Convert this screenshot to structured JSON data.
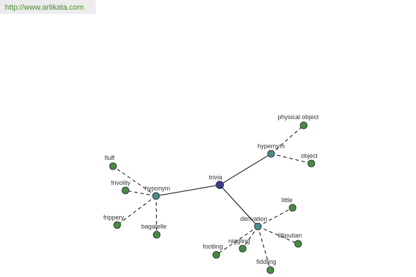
{
  "header": {
    "url": "http://www.artikata.com"
  },
  "colors": {
    "center": "#3a3c8a",
    "relation": "#4a8c8e",
    "leaf": "#4a8a44"
  },
  "graph": {
    "center": {
      "id": "trivia",
      "label": "trivia"
    },
    "relations": [
      {
        "id": "hyponym",
        "label": "hyponym"
      },
      {
        "id": "hypernym",
        "label": "hypernym"
      },
      {
        "id": "derivation",
        "label": "derivation"
      }
    ],
    "leaves": [
      {
        "id": "fluff",
        "label": "fluff",
        "parent": "hyponym"
      },
      {
        "id": "frivolity",
        "label": "frivolity",
        "parent": "hyponym"
      },
      {
        "id": "frippery",
        "label": "frippery",
        "parent": "hyponym"
      },
      {
        "id": "bagatelle",
        "label": "bagatelle",
        "parent": "hyponym"
      },
      {
        "id": "physical-object",
        "label": "physical object",
        "parent": "hypernym"
      },
      {
        "id": "object",
        "label": "object",
        "parent": "hypernym"
      },
      {
        "id": "little",
        "label": "little",
        "parent": "derivation"
      },
      {
        "id": "lilliputian",
        "label": "lilliputian",
        "parent": "derivation"
      },
      {
        "id": "fiddling",
        "label": "fiddling",
        "parent": "derivation"
      },
      {
        "id": "niggling",
        "label": "niggling",
        "parent": "derivation"
      },
      {
        "id": "footling",
        "label": "footling",
        "parent": "derivation"
      }
    ]
  }
}
